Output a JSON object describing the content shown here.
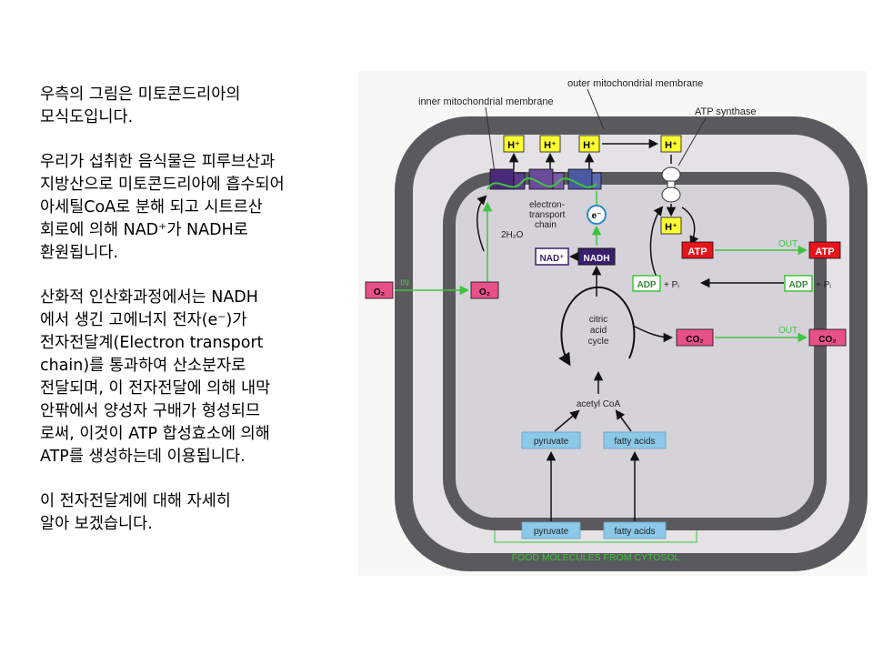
{
  "text_panel": {
    "p1": "우측의 그림은 미토콘드리아의\n모식도입니다.",
    "p2": "우리가 섭취한 음식물은 피루브산과\n지방산으로 미토콘드리아에 흡수되어\n아세틸CoA로 분해 되고 시트르산\n회로에 의해 NAD⁺가 NADH로\n환원됩니다.",
    "p3": "산화적 인산화과정에서는 NADH\n에서 생긴 고에너지 전자(e⁻)가\n전자전달계(Electron transport\nchain)를 통과하여 산소분자로\n전달되며, 이 전자전달에 의해 내막\n안팎에서 양성자 구배가 형성되므\n로써, 이것이 ATP 합성효소에 의해\nATP를 생성하는데 이용됩니다.",
    "p4": "이 전자전달계에 대해 자세히\n알아 보겠습니다."
  },
  "diagram": {
    "outer_membrane_label": "outer mitochondrial membrane",
    "inner_membrane_label": "inner mitochondrial membrane",
    "atp_synthase_label": "ATP synthase",
    "h_plus": "H⁺",
    "etc_label_1": "electron-",
    "etc_label_2": "transport",
    "etc_label_3": "chain",
    "electron": "e⁻",
    "water": "2H₂O",
    "nad_plus": "NAD⁺",
    "nadh": "NADH",
    "atp": "ATP",
    "adp": "ADP",
    "pi": "+ Pᵢ",
    "o2": "O₂",
    "co2": "CO₂",
    "in_label": "IN",
    "out_label": "OUT",
    "cycle_1": "citric",
    "cycle_2": "acid",
    "cycle_3": "cycle",
    "acetyl_coa": "acetyl CoA",
    "pyruvate": "pyruvate",
    "fatty_acids": "fatty acids",
    "food_label": "FOOD MOLECULES FROM CYTOSOL"
  },
  "colors": {
    "h_plus_box": "#ffff33",
    "atp_box": "#e8141c",
    "o2_box": "#e85088",
    "food_box": "#8cc8e8",
    "membrane": "#5a5a5e",
    "matrix": "#d6d2da",
    "green_arrow": "#3ec43e",
    "nadh_box": "#3a1f6e"
  }
}
